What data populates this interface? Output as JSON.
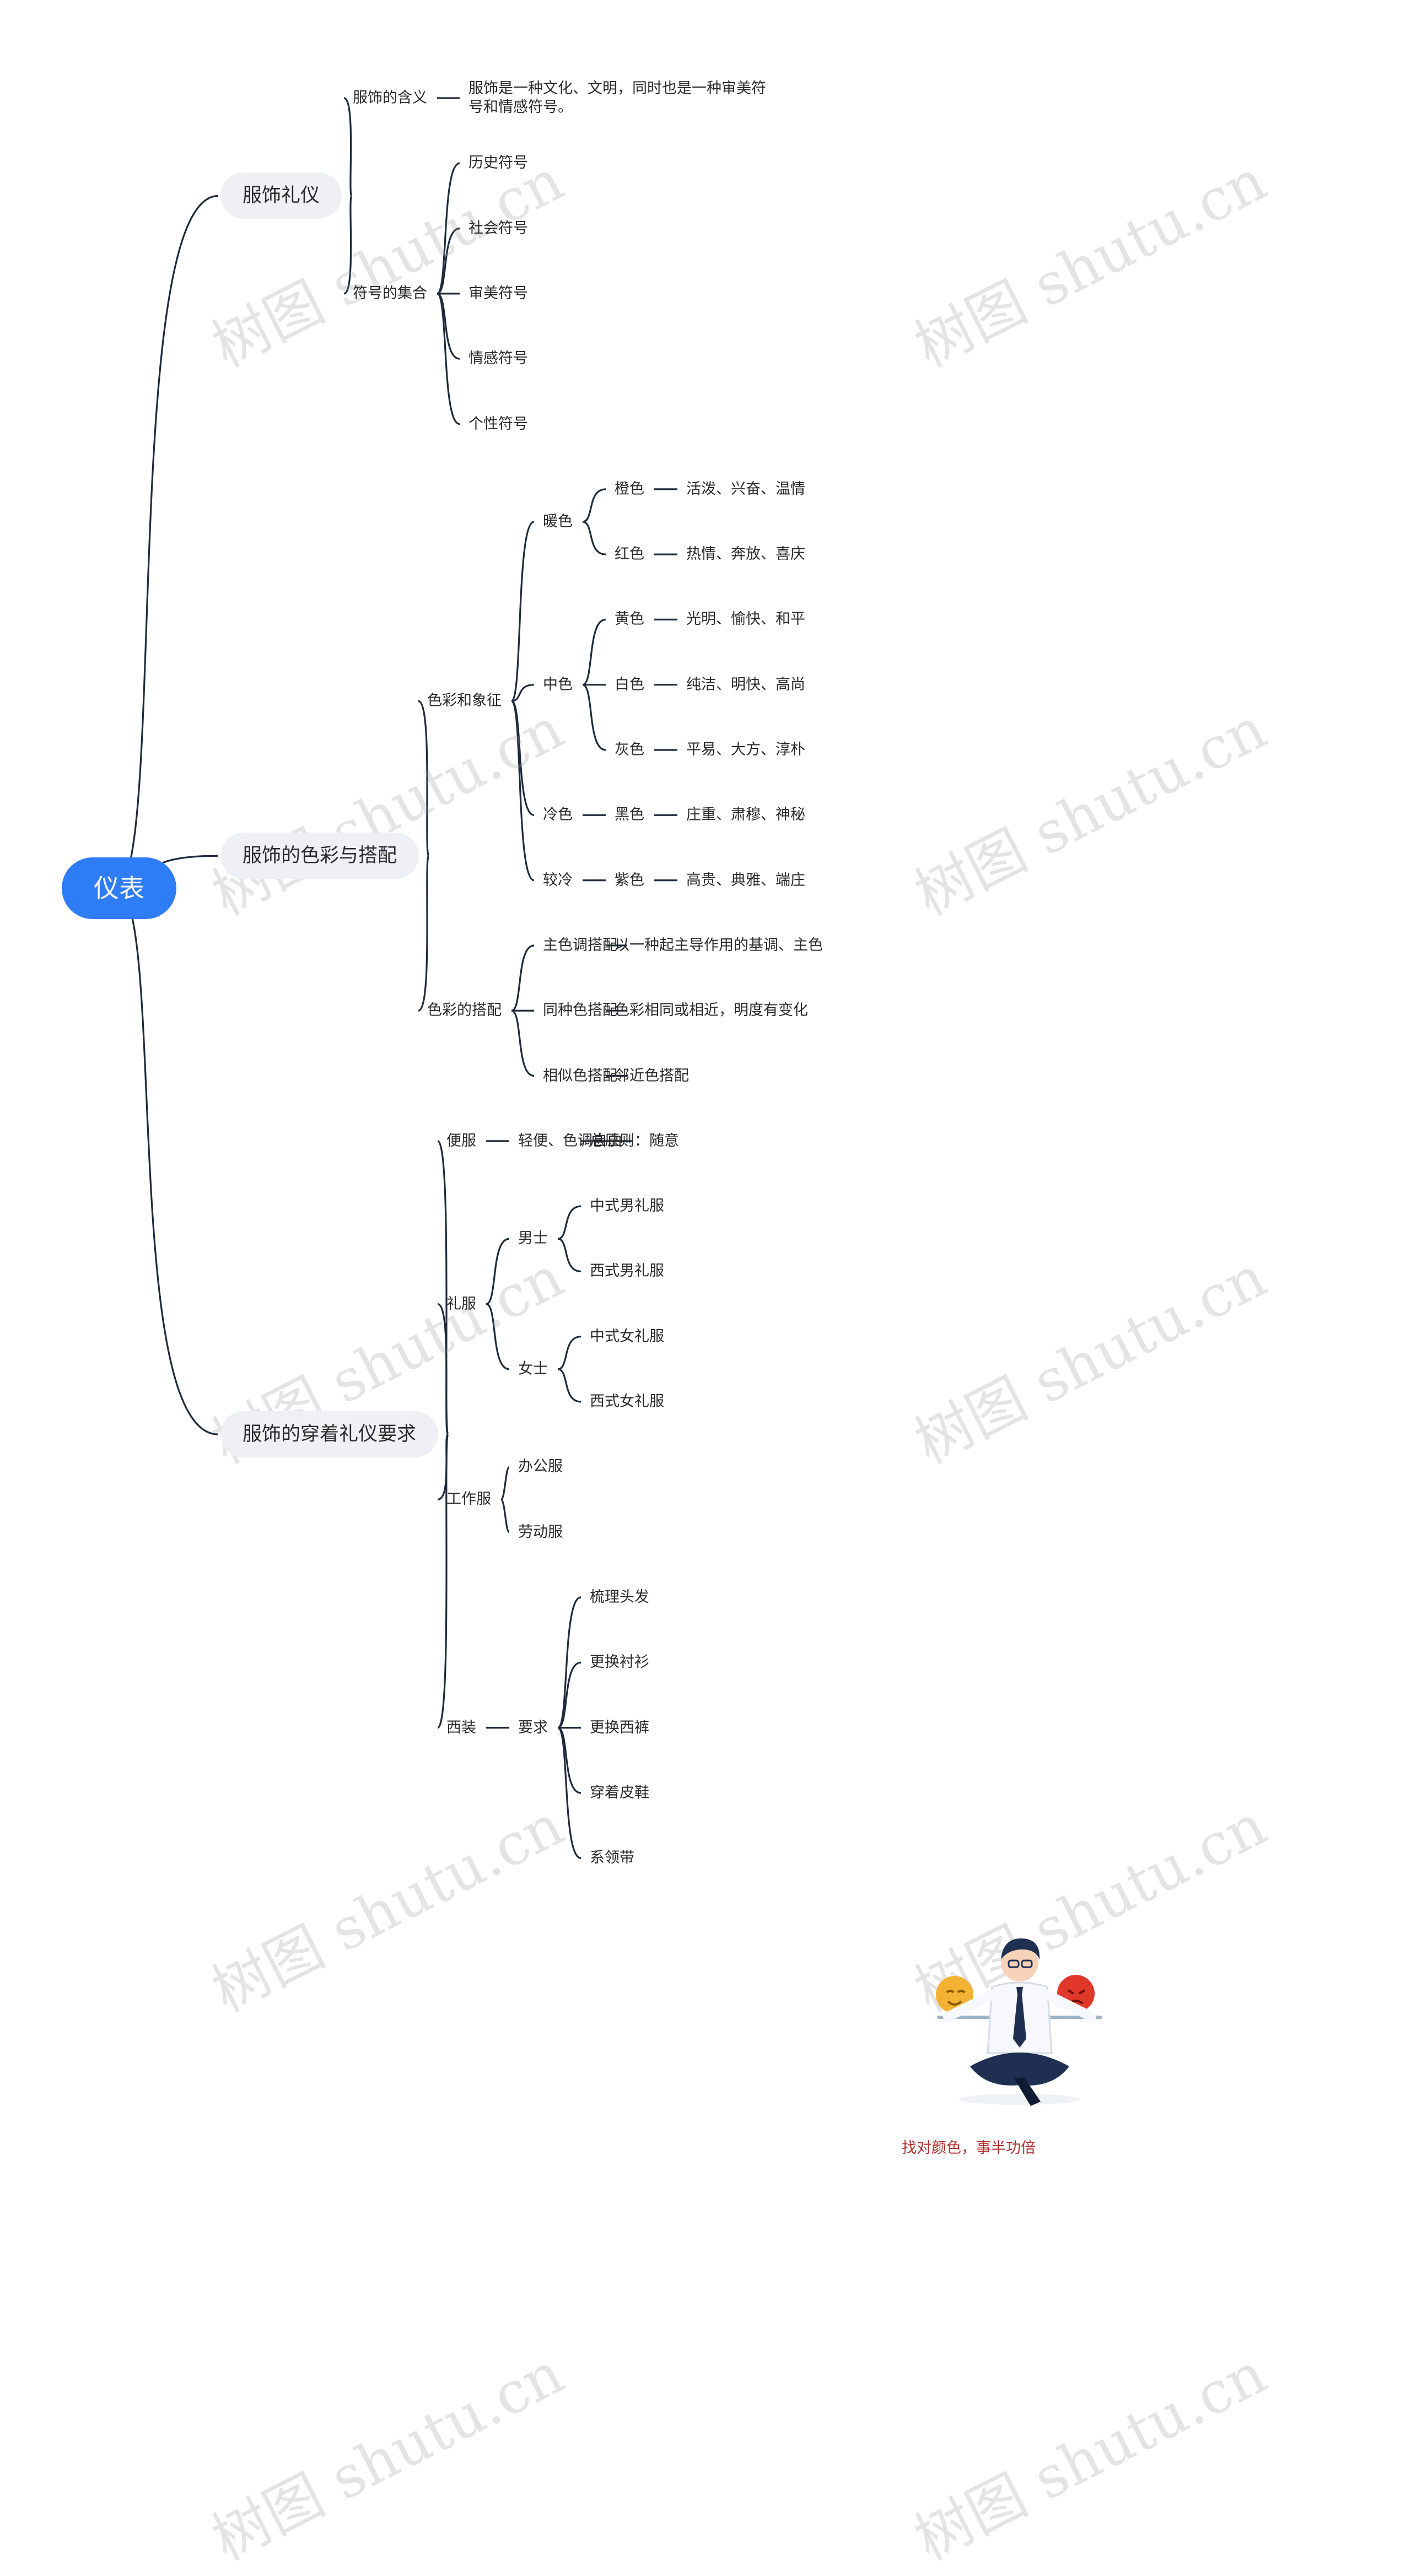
{
  "colors": {
    "root_fill": "#2f7df6",
    "branch_fill": "#eef0f4",
    "link": "#1f2b3d",
    "caption": "#b3302f",
    "watermark": "#969696"
  },
  "watermark": "树图 shutu.cn",
  "mindmap": {
    "root": "仪表",
    "branches": [
      {
        "label": "服饰礼仪",
        "children": [
          {
            "label": "服饰的含义",
            "children": [
              {
                "label": "服饰是一种文化、文明，同时也是一种审美符号和情感符号。"
              }
            ]
          },
          {
            "label": "符号的集合",
            "children": [
              {
                "label": "历史符号"
              },
              {
                "label": "社会符号"
              },
              {
                "label": "审美符号"
              },
              {
                "label": "情感符号"
              },
              {
                "label": "个性符号"
              }
            ]
          }
        ]
      },
      {
        "label": "服饰的色彩与搭配",
        "children": [
          {
            "label": "色彩和象征",
            "children": [
              {
                "label": "暖色",
                "children": [
                  {
                    "label": "橙色",
                    "children": [
                      {
                        "label": "活泼、兴奋、温情"
                      }
                    ]
                  },
                  {
                    "label": "红色",
                    "children": [
                      {
                        "label": "热情、奔放、喜庆"
                      }
                    ]
                  }
                ]
              },
              {
                "label": "中色",
                "children": [
                  {
                    "label": "黄色",
                    "children": [
                      {
                        "label": "光明、愉快、和平"
                      }
                    ]
                  },
                  {
                    "label": "白色",
                    "children": [
                      {
                        "label": "纯洁、明快、高尚"
                      }
                    ]
                  },
                  {
                    "label": "灰色",
                    "children": [
                      {
                        "label": "平易、大方、淳朴"
                      }
                    ]
                  }
                ]
              },
              {
                "label": "冷色",
                "children": [
                  {
                    "label": "黑色",
                    "children": [
                      {
                        "label": "庄重、肃穆、神秘"
                      }
                    ]
                  }
                ]
              },
              {
                "label": "较冷",
                "children": [
                  {
                    "label": "紫色",
                    "children": [
                      {
                        "label": "高贵、典雅、端庄"
                      }
                    ]
                  }
                ]
              }
            ]
          },
          {
            "label": "色彩的搭配",
            "children": [
              {
                "label": "主色调搭配",
                "children": [
                  {
                    "label": "以一种起主导作用的基调、主色"
                  }
                ]
              },
              {
                "label": "同种色搭配",
                "children": [
                  {
                    "label": "色彩相同或相近，明度有变化"
                  }
                ]
              },
              {
                "label": "相似色搭配",
                "children": [
                  {
                    "label": "邻近色搭配"
                  }
                ]
              }
            ]
          }
        ]
      },
      {
        "label": "服饰的穿着礼仪要求",
        "children": [
          {
            "label": "便服",
            "children": [
              {
                "label": "轻便、色调自由",
                "children": [
                  {
                    "label": "总原则：随意"
                  }
                ]
              }
            ]
          },
          {
            "label": "礼服",
            "children": [
              {
                "label": "男士",
                "children": [
                  {
                    "label": "中式男礼服"
                  },
                  {
                    "label": "西式男礼服"
                  }
                ]
              },
              {
                "label": "女士",
                "children": [
                  {
                    "label": "中式女礼服"
                  },
                  {
                    "label": "西式女礼服"
                  }
                ]
              }
            ]
          },
          {
            "label": "工作服",
            "children": [
              {
                "label": "办公服"
              },
              {
                "label": "劳动服"
              }
            ]
          },
          {
            "label": "西装",
            "children": [
              {
                "label": "要求",
                "children": [
                  {
                    "label": "梳理头发"
                  },
                  {
                    "label": "更换衬衫"
                  },
                  {
                    "label": "更换西裤"
                  },
                  {
                    "label": "穿着皮鞋"
                  },
                  {
                    "label": "系领带"
                  }
                ]
              }
            ]
          }
        ]
      }
    ],
    "image_caption": "找对颜色，事半功倍"
  }
}
